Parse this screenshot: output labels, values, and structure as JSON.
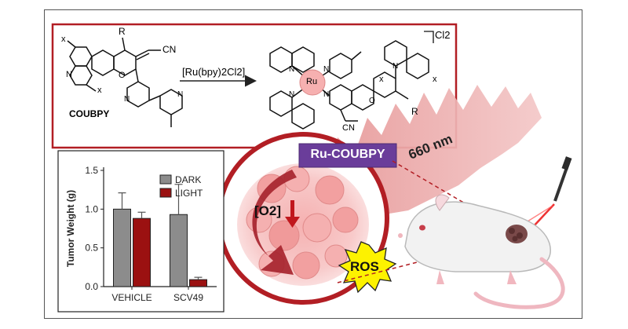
{
  "scheme": {
    "reagent": "[Ru(bpy)2Cl2]",
    "ligand_name": "COUBPY",
    "atom_R": "R",
    "atom_O": "O",
    "atom_N": "N",
    "atom_Ru": "Ru",
    "group_CN": "CN",
    "index_x": "x",
    "counter_ion": "Cl2"
  },
  "labels": {
    "complex_badge": "Ru-COUBPY",
    "wavelength": "660 nm",
    "oxygen": "[O2]",
    "ros": "ROS"
  },
  "colors": {
    "frame_red": "#b21e24",
    "purple": "#6a3d9a",
    "light_beam": "#e8a0a0",
    "star_yellow": "#fdf200",
    "dark_bar": "#8c8c8c",
    "light_bar": "#9b1111"
  },
  "chart_data": {
    "type": "bar",
    "categories": [
      "VEHICLE",
      "SCV49"
    ],
    "series": [
      {
        "name": "DARK",
        "values": [
          1.0,
          0.93
        ],
        "errors": [
          0.21,
          0.39
        ]
      },
      {
        "name": "LIGHT",
        "values": [
          0.88,
          0.09
        ],
        "errors": [
          0.08,
          0.03
        ]
      }
    ],
    "ylabel": "Tumor Weight (g)",
    "ylim": [
      0,
      1.5
    ],
    "yticks": [
      "0.0",
      "0.5",
      "1.0",
      "1.5"
    ],
    "legend": "top-right",
    "grid": false
  }
}
